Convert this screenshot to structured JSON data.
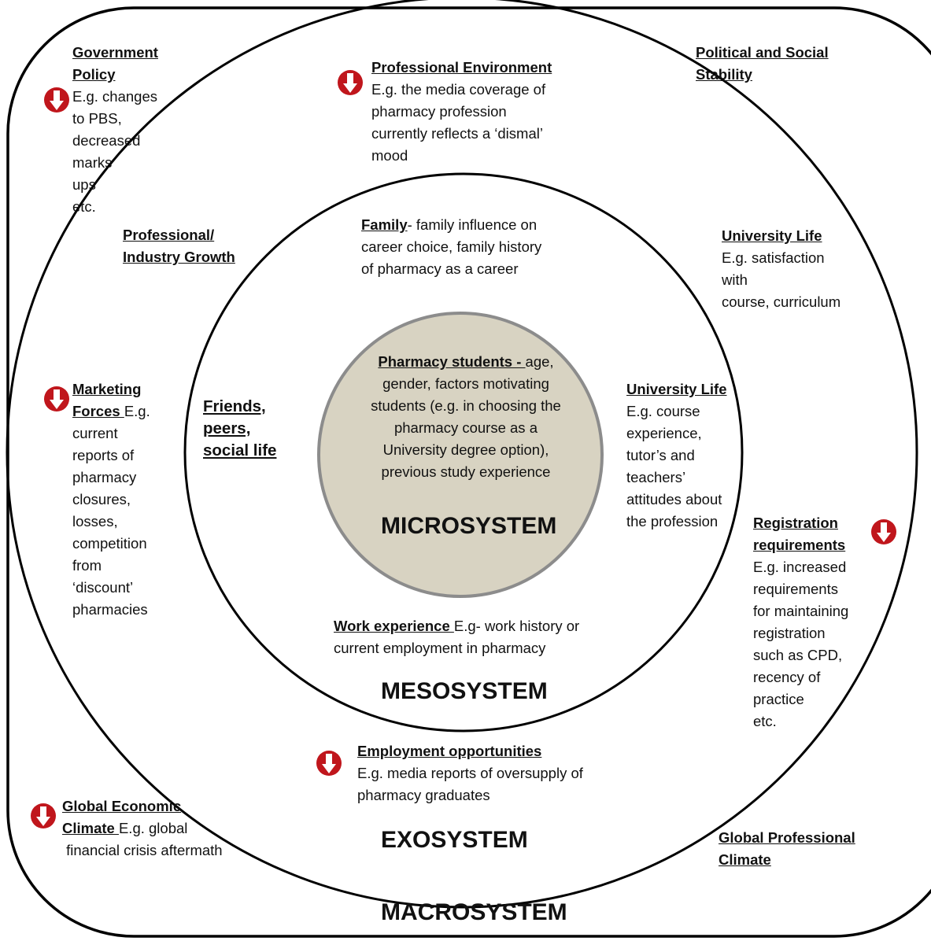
{
  "colors": {
    "stroke": "#000000",
    "center_fill": "#d8d3c2",
    "center_stroke": "#8c8c8c",
    "arrow": "#c0161c"
  },
  "systems": {
    "micro": "MICROSYSTEM",
    "meso": "MESOSYSTEM",
    "exo": "EXOSYSTEM",
    "macro": "MACROSYSTEM"
  },
  "micro": {
    "title": "Pharmacy students - ",
    "text1": "age,",
    "text2": "gender, factors motivating",
    "text3": "students (e.g. in choosing the",
    "text4": "pharmacy course as a",
    "text5": "University degree option),",
    "text6": "previous study experience"
  },
  "meso": {
    "family_title": "Family",
    "family_dash": "- family influence on",
    "family_l2": "career choice, family history",
    "family_l3": "of pharmacy as a career",
    "friends_l1": "Friends,",
    "friends_l2": "peers,",
    "friends_l3": "social life",
    "uni_title": "University Life",
    "uni_l1": " E.g. course",
    "uni_l2": "experience,",
    "uni_l3": "tutor’s and",
    "uni_l4": "teachers’",
    "uni_l5": "attitudes about",
    "uni_l6": "the profession",
    "work_title": "Work experience ",
    "work_l1": " E.g- work history or",
    "work_l2": "current employment in pharmacy"
  },
  "exo": {
    "prof_env_title": "Professional Environment",
    "prof_env_l1": "E.g. the media coverage of",
    "prof_env_l2": "pharmacy profession",
    "prof_env_l3": "currently reflects a ‘dismal’",
    "prof_env_l4": "mood",
    "growth_l1": "Professional/",
    "growth_l2": "Industry Growth",
    "uni_title": "University Life",
    "uni_l1": "E.g. satisfaction",
    "uni_l2": "with",
    "uni_l3": "course, curriculum",
    "marketing_l1": "Marketing",
    "marketing_l2": "Forces ",
    "marketing_l2b": "E.g.",
    "marketing_rest": [
      "current",
      "reports of",
      "pharmacy",
      "closures,",
      "losses,",
      "competition",
      "from",
      "‘discount’",
      "pharmacies"
    ],
    "reg_l1": "Registration",
    "reg_l2": "requirements",
    "reg_rest": [
      "E.g. increased",
      "requirements",
      "for maintaining",
      "registration",
      "such as CPD,",
      "recency of",
      "practice",
      "etc."
    ],
    "emp_title": "Employment opportunities",
    "emp_l1": "E.g. media reports of oversupply of",
    "emp_l2": "pharmacy graduates"
  },
  "macro": {
    "gov_l1": "Government",
    "gov_l2": "Policy",
    "gov_rest": [
      "E.g. changes",
      "to PBS,",
      "decreased",
      "marks",
      "ups",
      "etc."
    ],
    "pol_l1": "Political and Social",
    "pol_l2": "Stability",
    "global_econ_l1": "Global Economic",
    "global_econ_l2": "Climate ",
    "global_econ_l2b": "E.g. global",
    "global_econ_l3": " financial crisis aftermath",
    "global_prof_l1": "Global Professional",
    "global_prof_l2": "Climate"
  }
}
